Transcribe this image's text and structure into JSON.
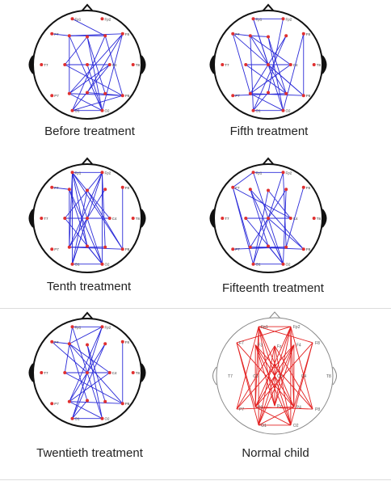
{
  "colors": {
    "patient_edges": "#2a2ad8",
    "normal_edges": "#e32020",
    "electrode": "#e03030",
    "head_outline": "#111111",
    "normal_outline": "#888888"
  },
  "electrodes": {
    "Fp1": [
      -0.3,
      -0.92
    ],
    "Fp2": [
      0.3,
      -0.92
    ],
    "F7": [
      -0.71,
      -0.62
    ],
    "F3": [
      -0.36,
      -0.58
    ],
    "Fz": [
      0.0,
      -0.56
    ],
    "F4": [
      0.36,
      -0.58
    ],
    "F8": [
      0.71,
      -0.62
    ],
    "T7": [
      -0.92,
      0.0
    ],
    "C3": [
      -0.45,
      0.0
    ],
    "Cz": [
      0.0,
      0.0
    ],
    "C4": [
      0.45,
      0.0
    ],
    "T8": [
      0.92,
      0.0
    ],
    "P7": [
      -0.71,
      0.62
    ],
    "P3": [
      -0.36,
      0.58
    ],
    "Pz": [
      0.0,
      0.56
    ],
    "P4": [
      0.36,
      0.58
    ],
    "P8": [
      0.71,
      0.62
    ],
    "O1": [
      -0.3,
      0.92
    ],
    "O2": [
      0.3,
      0.92
    ]
  },
  "labels": [
    "Fp1",
    "Fp2",
    "F7",
    "F8",
    "T7",
    "T8",
    "P7",
    "P8",
    "C4",
    "O1",
    "O2"
  ],
  "panels": [
    {
      "caption": "Before treatment",
      "edges": [
        [
          "Fp1",
          "F4"
        ],
        [
          "F3",
          "F4"
        ],
        [
          "F3",
          "F8"
        ],
        [
          "F3",
          "P3"
        ],
        [
          "Fz",
          "P4"
        ],
        [
          "Fz",
          "O2"
        ],
        [
          "F4",
          "P8"
        ],
        [
          "F4",
          "O1"
        ],
        [
          "F8",
          "P3"
        ],
        [
          "F8",
          "O2"
        ],
        [
          "F8",
          "Pz"
        ],
        [
          "C3",
          "C4"
        ],
        [
          "C3",
          "P8"
        ],
        [
          "C4",
          "P3"
        ],
        [
          "C4",
          "O1"
        ],
        [
          "Cz",
          "O2"
        ],
        [
          "P3",
          "P8"
        ],
        [
          "P3",
          "O2"
        ],
        [
          "Pz",
          "P8"
        ],
        [
          "O1",
          "P8"
        ],
        [
          "O1",
          "O2"
        ],
        [
          "F3",
          "O2"
        ],
        [
          "Fz",
          "C3"
        ],
        [
          "F7",
          "F3"
        ]
      ]
    },
    {
      "caption": "Fifth treatment",
      "edges": [
        [
          "Fp1",
          "Fp2"
        ],
        [
          "Fp1",
          "Cz"
        ],
        [
          "Fp1",
          "O2"
        ],
        [
          "Fp2",
          "Pz"
        ],
        [
          "F7",
          "F3"
        ],
        [
          "F7",
          "P3"
        ],
        [
          "F7",
          "P8"
        ],
        [
          "F3",
          "Fz"
        ],
        [
          "F3",
          "O1"
        ],
        [
          "F3",
          "C4"
        ],
        [
          "Fz",
          "O2"
        ],
        [
          "Fz",
          "P4"
        ],
        [
          "F4",
          "P3"
        ],
        [
          "F4",
          "O1"
        ],
        [
          "F8",
          "O2"
        ],
        [
          "F8",
          "P8"
        ],
        [
          "C3",
          "P4"
        ],
        [
          "C3",
          "C4"
        ],
        [
          "C4",
          "P3"
        ],
        [
          "Cz",
          "P8"
        ],
        [
          "P3",
          "P8"
        ],
        [
          "P3",
          "O2"
        ],
        [
          "P7",
          "P4"
        ],
        [
          "Pz",
          "O1"
        ],
        [
          "O1",
          "O2"
        ],
        [
          "F3",
          "P4"
        ]
      ]
    },
    {
      "caption": "Tenth treatment",
      "edges": [
        [
          "Fp1",
          "Fp2"
        ],
        [
          "Fp1",
          "P3"
        ],
        [
          "Fp1",
          "O1"
        ],
        [
          "Fp1",
          "Pz"
        ],
        [
          "Fp1",
          "P8"
        ],
        [
          "Fp1",
          "O2"
        ],
        [
          "Fp2",
          "P3"
        ],
        [
          "Fp2",
          "O1"
        ],
        [
          "Fp2",
          "P4"
        ],
        [
          "Fp2",
          "O2"
        ],
        [
          "F7",
          "F3"
        ],
        [
          "F3",
          "P3"
        ],
        [
          "F3",
          "O2"
        ],
        [
          "Fz",
          "P8"
        ],
        [
          "Fz",
          "O1"
        ],
        [
          "F4",
          "P3"
        ],
        [
          "F8",
          "P8"
        ],
        [
          "C3",
          "C4"
        ],
        [
          "C3",
          "O2"
        ],
        [
          "Cz",
          "O1"
        ],
        [
          "P3",
          "P8"
        ],
        [
          "P3",
          "P4"
        ],
        [
          "Pz",
          "O2"
        ],
        [
          "O1",
          "O2"
        ],
        [
          "F3",
          "Pz"
        ],
        [
          "Fp1",
          "C4"
        ],
        [
          "Fp2",
          "C3"
        ]
      ]
    },
    {
      "caption": "Fifteenth treatment",
      "edges": [
        [
          "Fp1",
          "Fp2"
        ],
        [
          "Fp1",
          "F7"
        ],
        [
          "F7",
          "P3"
        ],
        [
          "F7",
          "O1"
        ],
        [
          "F7",
          "C4"
        ],
        [
          "F3",
          "O2"
        ],
        [
          "F3",
          "Pz"
        ],
        [
          "F3",
          "P8"
        ],
        [
          "Fz",
          "O1"
        ],
        [
          "Fz",
          "C4"
        ],
        [
          "F4",
          "P3"
        ],
        [
          "F4",
          "O2"
        ],
        [
          "Fp2",
          "P4"
        ],
        [
          "Fp2",
          "O1"
        ],
        [
          "C3",
          "C4"
        ],
        [
          "C3",
          "O2"
        ],
        [
          "Cz",
          "P8"
        ],
        [
          "P3",
          "P8"
        ],
        [
          "P3",
          "P4"
        ],
        [
          "Pz",
          "O2"
        ],
        [
          "O1",
          "O2"
        ],
        [
          "P7",
          "P4"
        ],
        [
          "F8",
          "P4"
        ],
        [
          "Fp1",
          "O2"
        ]
      ]
    },
    {
      "caption": "Twentieth treatment",
      "edges": [
        [
          "Fp1",
          "Fp2"
        ],
        [
          "Fp1",
          "C3"
        ],
        [
          "Fp1",
          "O2"
        ],
        [
          "Fp2",
          "F3"
        ],
        [
          "Fp2",
          "P3"
        ],
        [
          "Fp2",
          "O1"
        ],
        [
          "F7",
          "F3"
        ],
        [
          "F7",
          "Cz"
        ],
        [
          "F3",
          "C4"
        ],
        [
          "F3",
          "P8"
        ],
        [
          "Fz",
          "O2"
        ],
        [
          "Fz",
          "P4"
        ],
        [
          "F4",
          "P3"
        ],
        [
          "F4",
          "O1"
        ],
        [
          "F8",
          "P8"
        ],
        [
          "C3",
          "P8"
        ],
        [
          "C3",
          "C4"
        ],
        [
          "C4",
          "P3"
        ],
        [
          "Cz",
          "O1"
        ],
        [
          "P3",
          "O2"
        ],
        [
          "P3",
          "P8"
        ],
        [
          "Pz",
          "O1"
        ],
        [
          "O1",
          "O2"
        ],
        [
          "F3",
          "Pz"
        ]
      ]
    },
    {
      "caption": "Normal child",
      "edges": [
        [
          "Fp1",
          "Fp2"
        ],
        [
          "Fp1",
          "P3"
        ],
        [
          "Fp1",
          "P4"
        ],
        [
          "Fp1",
          "O1"
        ],
        [
          "Fp1",
          "O2"
        ],
        [
          "Fp1",
          "P7"
        ],
        [
          "Fp1",
          "Pz"
        ],
        [
          "Fp2",
          "P3"
        ],
        [
          "Fp2",
          "P4"
        ],
        [
          "Fp2",
          "O1"
        ],
        [
          "Fp2",
          "O2"
        ],
        [
          "Fp2",
          "P8"
        ],
        [
          "Fp2",
          "Pz"
        ],
        [
          "F7",
          "P3"
        ],
        [
          "F7",
          "O1"
        ],
        [
          "F7",
          "P4"
        ],
        [
          "F7",
          "Fp2"
        ],
        [
          "F3",
          "P4"
        ],
        [
          "F3",
          "O2"
        ],
        [
          "F3",
          "P8"
        ],
        [
          "F3",
          "Pz"
        ],
        [
          "F4",
          "P3"
        ],
        [
          "F4",
          "O1"
        ],
        [
          "F4",
          "P7"
        ],
        [
          "F4",
          "Pz"
        ],
        [
          "F8",
          "P4"
        ],
        [
          "F8",
          "O2"
        ],
        [
          "F8",
          "P3"
        ],
        [
          "F8",
          "Fp1"
        ],
        [
          "Fz",
          "O1"
        ],
        [
          "Fz",
          "O2"
        ],
        [
          "Fz",
          "P7"
        ],
        [
          "Fz",
          "P8"
        ],
        [
          "P3",
          "P8"
        ],
        [
          "P4",
          "P7"
        ],
        [
          "O1",
          "O2"
        ],
        [
          "P3",
          "O2"
        ],
        [
          "P4",
          "O1"
        ],
        [
          "F3",
          "P3"
        ],
        [
          "F4",
          "P4"
        ],
        [
          "Fz",
          "Pz"
        ]
      ]
    }
  ]
}
